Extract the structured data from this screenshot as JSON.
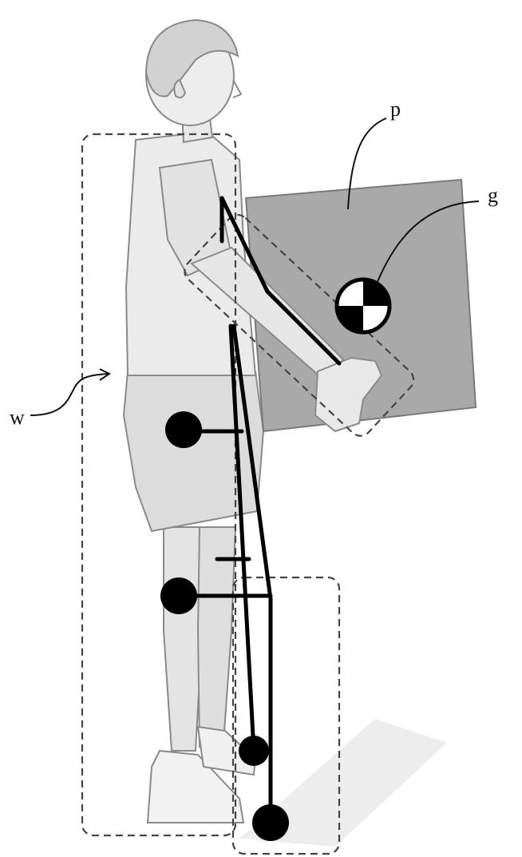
{
  "labels": {
    "person": "w",
    "payload": "p",
    "center_of_gravity": "g"
  },
  "colors": {
    "background": "#ffffff",
    "figure_fill": "#ececec",
    "figure_stroke": "#8a8a8a",
    "box_fill": "#a9a9a9",
    "box_stroke": "#7a7a7a",
    "skeleton": "#000000",
    "dashed": "#444444"
  }
}
